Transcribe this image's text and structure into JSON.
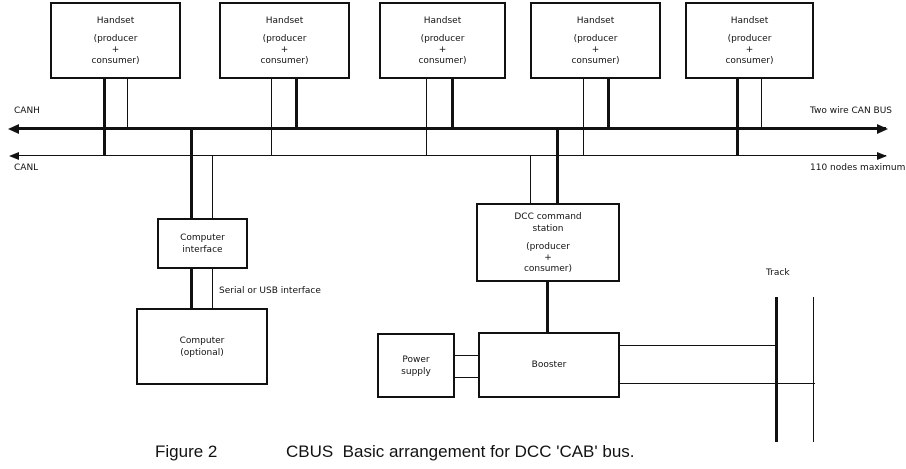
{
  "figure": {
    "caption_number": "Figure 2",
    "caption_text": "CBUS  Basic arrangement for DCC 'CAB' bus."
  },
  "bus": {
    "canh_label": "CANH",
    "canl_label": "CANL",
    "right_top_label": "Two wire CAN BUS",
    "right_bottom_label": "110 nodes maximum"
  },
  "nodes": {
    "handsets": [
      {
        "title": "Handset",
        "role": "(producer\n+\nconsumer)"
      },
      {
        "title": "Handset",
        "role": "(producer\n+\nconsumer)"
      },
      {
        "title": "Handset",
        "role": "(producer\n+\nconsumer)"
      },
      {
        "title": "Handset",
        "role": "(producer\n+\nconsumer)"
      },
      {
        "title": "Handset",
        "role": "(producer\n+\nconsumer)"
      }
    ],
    "computer_interface": {
      "title": "Computer\ninterface"
    },
    "computer": {
      "title": "Computer\n(optional)"
    },
    "dcc_command_station": {
      "title": "DCC command\nstation",
      "role": "(producer\n+\nconsumer)"
    },
    "power_supply": {
      "title": "Power\nsupply"
    },
    "booster": {
      "title": "Booster"
    }
  },
  "labels": {
    "serial_usb": "Serial or USB interface",
    "track": "Track"
  },
  "colors": {
    "line": "#111111",
    "background": "#ffffff"
  }
}
